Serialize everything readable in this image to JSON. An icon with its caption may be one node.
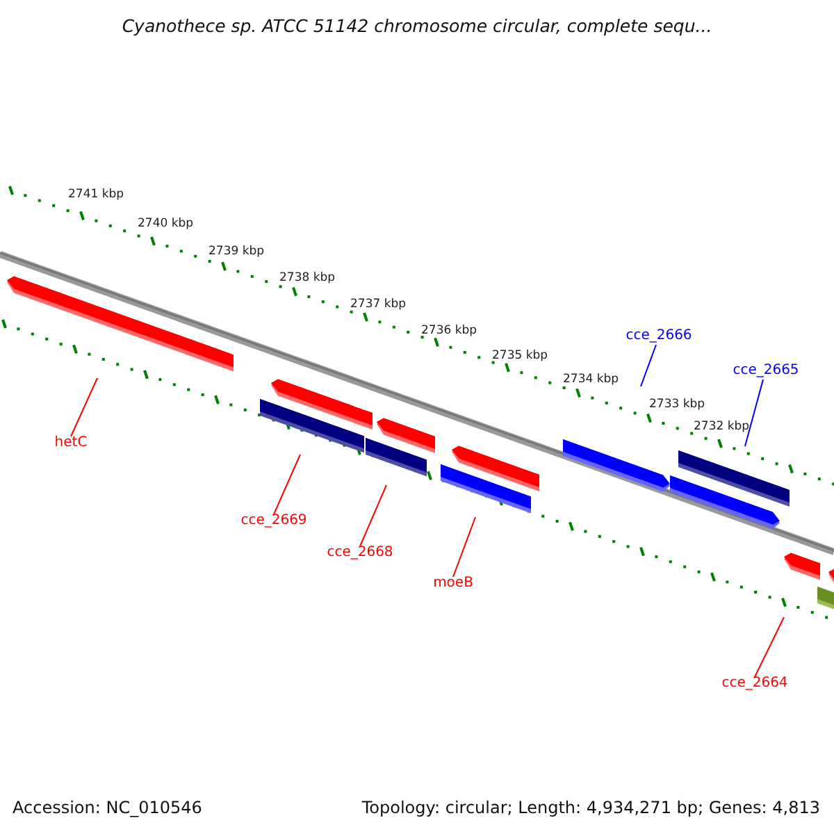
{
  "diagram": {
    "title": "Cyanothece sp. ATCC 51142 chromosome circular, complete sequ...",
    "nodes": [
      {
        "text": [
          "hetC"
        ]
      },
      {
        "text": [
          "cce_2669"
        ]
      },
      {
        "text": [
          "cce_2668"
        ]
      },
      {
        "text": [
          "moeB"
        ]
      },
      {
        "text": [
          "cce_2666"
        ]
      },
      {
        "text": [
          "cce_2665"
        ]
      },
      {
        "text": [
          "cce_2664"
        ]
      }
    ],
    "edges": [
      {
        "from": 0,
        "to": null,
        "arrow": "none"
      },
      {
        "from": 1,
        "to": null,
        "arrow": "none"
      },
      {
        "from": 2,
        "to": null,
        "arrow": "none"
      },
      {
        "from": 3,
        "to": null,
        "arrow": "none"
      },
      {
        "from": 4,
        "to": null,
        "arrow": "none",
        "color": "#0000ff"
      },
      {
        "from": 5,
        "to": null,
        "arrow": "none",
        "color": "#0000ff"
      },
      {
        "from": 6,
        "to": null,
        "arrow": "none"
      }
    ],
    "labels": [
      "2741 kbp",
      "2740 kbp",
      "2739 kbp",
      "2738 kbp",
      "2737 kbp",
      "2736 kbp",
      "2735 kbp",
      "2734 kbp",
      "2733 kbp",
      "2732 kbp",
      "Accession: NC_010546",
      "Topology: circular; Length: 4,934,271 bp; Genes: 4,813"
    ]
  }
}
